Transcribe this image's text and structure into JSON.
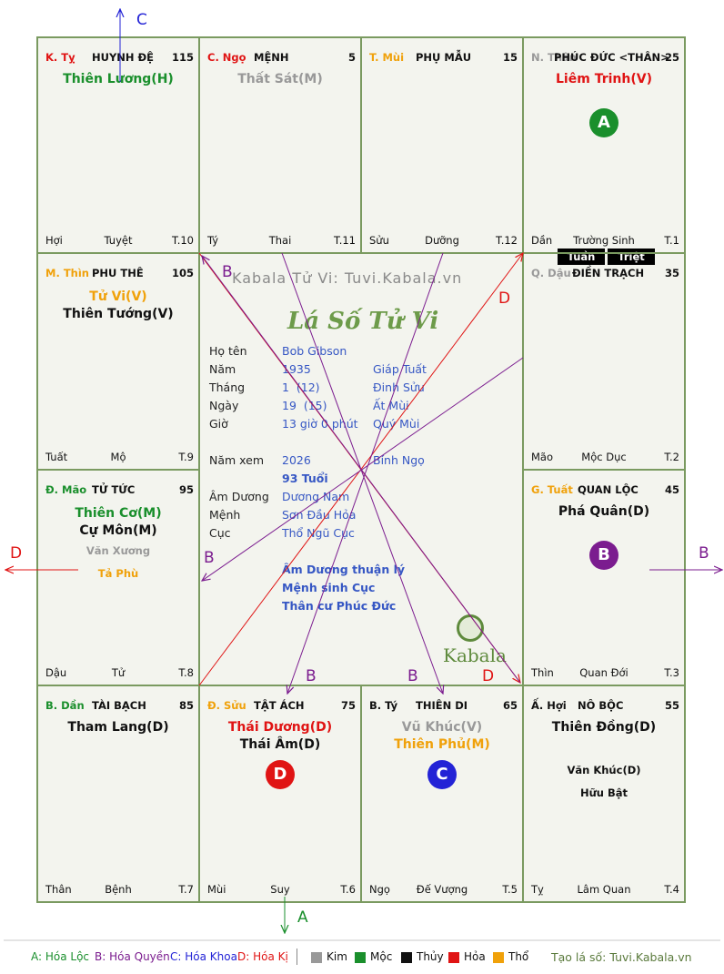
{
  "colors": {
    "grid": "#7a9a60",
    "branch_kim": "#999999",
    "branch_moc": "#1a8f2c",
    "branch_thuy": "#111111",
    "branch_hoa": "#e01414",
    "branch_tho": "#f0a10a",
    "info_value": "#3657c4",
    "hoa_loc": "#1a8f2c",
    "hoa_quyen": "#7b1c8f",
    "hoa_khoa": "#2323d6",
    "hoa_ki": "#e01414"
  },
  "palaces": [
    {
      "id": "ty-snake",
      "branch": "K. Tỵ",
      "palace": "HUYNH ĐỆ",
      "num": "115",
      "stars": [
        "Thiên Lương(H)"
      ],
      "minor_stars": [],
      "bottom": [
        "Hợi",
        "Tuyệt",
        "T.10"
      ],
      "mark": ""
    },
    {
      "id": "ngo",
      "branch": "C. Ngọ",
      "palace": "MỆNH",
      "num": "5",
      "stars": [
        "Thất Sát(M)"
      ],
      "minor_stars": [],
      "bottom": [
        "Tý",
        "Thai",
        "T.11"
      ],
      "mark": ""
    },
    {
      "id": "mui",
      "branch": "T. Mùi",
      "palace": "PHỤ MẪU",
      "num": "15",
      "stars": [],
      "minor_stars": [],
      "bottom": [
        "Sửu",
        "Dưỡng",
        "T.12"
      ],
      "mark": ""
    },
    {
      "id": "than",
      "branch": "N. Thân",
      "palace": "PHÚC ĐỨC <THÂN>",
      "num": "25",
      "stars": [
        "Liêm Trinh(V)"
      ],
      "minor_stars": [],
      "bottom": [
        "Dần",
        "Trường Sinh",
        "T.1"
      ],
      "mark": "A"
    },
    {
      "id": "thin",
      "branch": "M. Thìn",
      "palace": "PHU THÊ",
      "num": "105",
      "stars": [
        "Tử Vi(V)",
        "Thiên Tướng(V)"
      ],
      "minor_stars": [],
      "bottom": [
        "Tuất",
        "Mộ",
        "T.9"
      ],
      "mark": ""
    },
    {
      "id": "dau",
      "branch": "Q. Dậu",
      "palace": "ĐIỀN TRẠCH",
      "num": "35",
      "stars": [],
      "minor_stars": [],
      "bottom": [
        "Mão",
        "Mộc Dục",
        "T.2"
      ],
      "mark": "",
      "tags": [
        "Tuần",
        "Triệt"
      ]
    },
    {
      "id": "mao",
      "branch": "Đ. Mão",
      "palace": "TỬ TỨC",
      "num": "95",
      "stars": [
        "Thiên Cơ(M)",
        "Cự Môn(M)"
      ],
      "minor_stars": [
        "Văn Xương",
        "Tả Phù"
      ],
      "bottom": [
        "Dậu",
        "Tử",
        "T.8"
      ],
      "mark": ""
    },
    {
      "id": "tuat",
      "branch": "G. Tuất",
      "palace": "QUAN LỘC",
      "num": "45",
      "stars": [
        "Phá Quân(D)"
      ],
      "minor_stars": [],
      "bottom": [
        "Thìn",
        "Quan Đới",
        "T.3"
      ],
      "mark": "B"
    },
    {
      "id": "dan",
      "branch": "B. Dần",
      "palace": "TÀI BẠCH",
      "num": "85",
      "stars": [
        "Tham Lang(D)"
      ],
      "minor_stars": [],
      "bottom": [
        "Thân",
        "Bệnh",
        "T.7"
      ],
      "mark": ""
    },
    {
      "id": "suu",
      "branch": "Đ. Sửu",
      "palace": "TẬT ÁCH",
      "num": "75",
      "stars": [
        "Thái Dương(D)",
        "Thái Âm(D)"
      ],
      "minor_stars": [],
      "bottom": [
        "Mùi",
        "Suy",
        "T.6"
      ],
      "mark": "D"
    },
    {
      "id": "ty-rat",
      "branch": "B. Tý",
      "palace": "THIÊN DI",
      "num": "65",
      "stars": [
        "Vũ Khúc(V)",
        "Thiên Phủ(M)"
      ],
      "minor_stars": [],
      "bottom": [
        "Ngọ",
        "Đế Vượng",
        "T.5"
      ],
      "mark": "C"
    },
    {
      "id": "hoi",
      "branch": "Ấ. Hợi",
      "palace": "NÔ BỘC",
      "num": "55",
      "stars": [
        "Thiên Đồng(D)"
      ],
      "minor_stars": [
        "Văn Khúc(D)",
        "Hữu Bật"
      ],
      "bottom": [
        "Tỵ",
        "Lâm Quan",
        "T.4"
      ],
      "mark": ""
    }
  ],
  "center": {
    "watermark": "Kabala Tử Vi: Tuvi.Kabala.vn",
    "title": "Lá Số Tử Vi",
    "rows": [
      {
        "label": "Họ tên",
        "value": "Bob Gibson",
        "extra": ""
      },
      {
        "label": "Năm",
        "value": "1935",
        "extra": "Giáp Tuất"
      },
      {
        "label": "Tháng",
        "value": "1  (12)",
        "extra": "Đinh Sửu"
      },
      {
        "label": "Ngày",
        "value": "19  (15)",
        "extra": "Ất Mùi"
      },
      {
        "label": "Giờ",
        "value": "13 giờ 0 phút",
        "extra": "Quý Mùi"
      }
    ],
    "rows2": [
      {
        "label": "Năm xem",
        "value": "2026",
        "extra": "Bính Ngọ"
      },
      {
        "label": "",
        "value": "93 Tuổi",
        "extra": ""
      },
      {
        "label": "Âm Dương",
        "value": "Dương Nam",
        "extra": ""
      },
      {
        "label": "Mệnh",
        "value": "Sơn Đầu Hỏa",
        "extra": ""
      },
      {
        "label": "Cục",
        "value": "Thổ Ngũ Cục",
        "extra": ""
      }
    ],
    "notes": [
      "Âm Dương thuận lý",
      "Mệnh sinh Cục",
      "Thân cư Phúc Đức"
    ],
    "logo": "Kabala"
  },
  "arrow_letters": [
    "C",
    "D",
    "B",
    "B",
    "D",
    "B",
    "B",
    "B",
    "D",
    "B",
    "A"
  ],
  "legend": {
    "loc": "A: Hóa Lộc",
    "quyen": "B: Hóa Quyền",
    "khoa": "C: Hóa Khoa",
    "ki": "D: Hóa Kị",
    "elements": [
      "Kim",
      "Mộc",
      "Thủy",
      "Hỏa",
      "Thổ"
    ],
    "footer": "Tạo lá số: Tuvi.Kabala.vn"
  }
}
